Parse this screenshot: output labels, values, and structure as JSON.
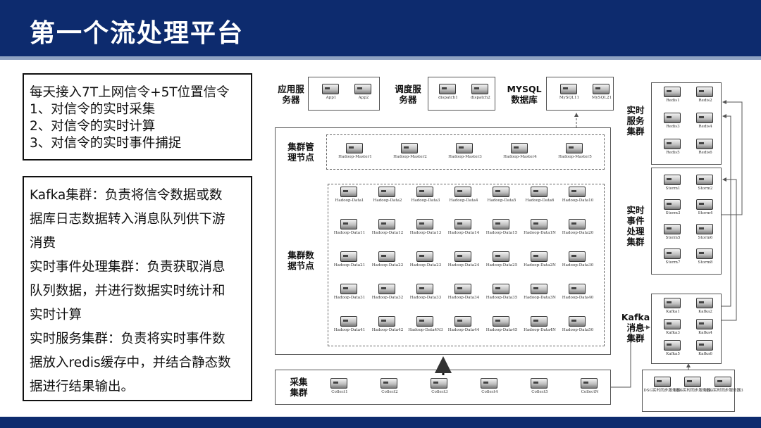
{
  "slide": {
    "title": "第一个流处理平台"
  },
  "intro": {
    "lines": [
      "每天接入7T上网信令+5T位置信令",
      "1、对信令的实时采集",
      "2、对信令的实时计算",
      "3、对信令的实时事件捕捉"
    ]
  },
  "description": {
    "lines": [
      "Kafka集群：负责将信令数据或数",
      "据库日志数据转入消息队列供下游",
      "消费",
      "实时事件处理集群：负责获取消息",
      "队列数据，并进行数据实时统计和",
      "实时计算",
      "实时服务集群：负责将实时事件数",
      "据放入redis缓存中，并结合静态数",
      "据进行结果输出。"
    ]
  },
  "groups": {
    "app": {
      "label_lines": [
        "应用服",
        "务器"
      ],
      "servers": [
        "App1",
        "App2"
      ]
    },
    "dispatch": {
      "label_lines": [
        "调度服",
        "务器"
      ],
      "servers": [
        "dispatch1",
        "dispatch2"
      ]
    },
    "mysql": {
      "label_lines": [
        "MYSQL",
        "数据库"
      ],
      "servers": [
        "MySQL11",
        "MySQL21"
      ]
    },
    "master": {
      "label_lines": [
        "集群管",
        "理节点"
      ],
      "servers": [
        "Hadoop-Master1",
        "Hadoop-Master2",
        "Hadoop-Master3",
        "Hadoop-Master4",
        "Hadoop-Master5"
      ]
    },
    "data": {
      "label_lines": [
        "集群数",
        "据节点"
      ],
      "rows": [
        [
          "Hadoop-Data1",
          "Hadoop-Data2",
          "Hadoop-Data3",
          "Hadoop-Data4",
          "Hadoop-Data5",
          "Hadoop-Data6",
          "Hadoop-Data10"
        ],
        [
          "Hadoop-Data11",
          "Hadoop-Data12",
          "Hadoop-Data13",
          "Hadoop-Data14",
          "Hadoop-Data15",
          "Hadoop-Data1N",
          "Hadoop-Data20"
        ],
        [
          "Hadoop-Data21",
          "Hadoop-Data22",
          "Hadoop-Data23",
          "Hadoop-Data24",
          "Hadoop-Data25",
          "Hadoop-Data2N",
          "Hadoop-Data30"
        ],
        [
          "Hadoop-Data31",
          "Hadoop-Data32",
          "Hadoop-Data33",
          "Hadoop-Data34",
          "Hadoop-Data35",
          "Hadoop-Data3N",
          "Hadoop-Data40"
        ],
        [
          "Hadoop-Data41",
          "Hadoop-Data42",
          "Hadoop-Data4N3",
          "Hadoop-Data44",
          "Hadoop-Data45",
          "Hadoop-Data4N",
          "Hadoop-Data50"
        ]
      ]
    },
    "collect": {
      "label_lines": [
        "采集",
        "集群"
      ],
      "servers": [
        "Collect1",
        "Collect2",
        "Collect3",
        "Collect4",
        "Collect5",
        "CollectN"
      ]
    },
    "redis": {
      "label_lines": [
        "实时",
        "服务",
        "集群"
      ],
      "servers": [
        "Redis1",
        "Redis2",
        "Redis3",
        "Redis4",
        "Redis5",
        "Redis6"
      ]
    },
    "storm": {
      "label_lines": [
        "实时",
        "事件",
        "处理",
        "集群"
      ],
      "servers": [
        "Storm1",
        "Storm2",
        "Storm3",
        "Storm4",
        "Storm5",
        "Storm6",
        "Storm7",
        "Storm8"
      ]
    },
    "kafka": {
      "label_lines": [
        "Kafka",
        "消息",
        "集群"
      ],
      "servers": [
        "Kafka1",
        "Kafka2",
        "Kafka3",
        "Kafka4",
        "Kafka5",
        "Kafka6"
      ]
    },
    "dsg": {
      "servers": [
        "DSG实时同步服务器1",
        "DSG实时同步服务器2",
        "DSG实时同步服务器3"
      ]
    }
  }
}
